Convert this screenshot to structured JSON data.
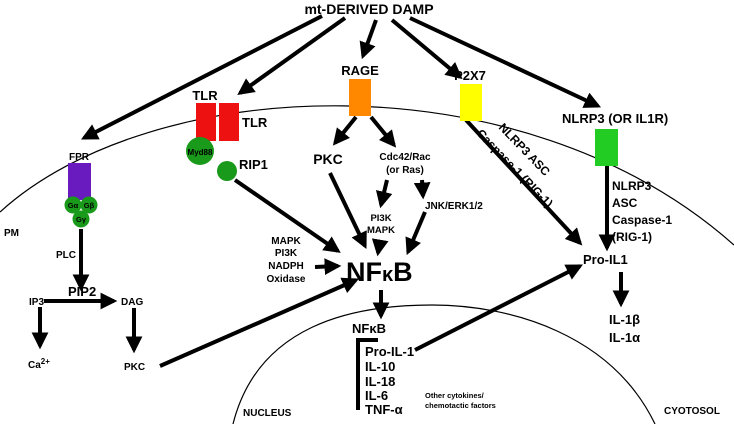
{
  "title": "mt-DERIVED DAMP",
  "receptors": {
    "fpr": "FPR",
    "tlr_left": "TLR",
    "tlr_right": "TLR",
    "rage": "RAGE",
    "p2x7": "P2X7",
    "nlrp3": "NLRP3 (OR IL1R)"
  },
  "adaptors": {
    "myd88": "Myd88",
    "rip1": "RIP1",
    "galpha": "Gα",
    "gbeta": "Gβ",
    "ggamma": "Gγ"
  },
  "labels": {
    "pm": "PM",
    "plc": "PLC",
    "pip2": "PIP2",
    "ip3": "IP3",
    "dag": "DAG",
    "ca_base": "Ca",
    "ca_sup": "2+",
    "pkc_bottom": "PKC",
    "pkc_top": "PKC",
    "cdc42_line1": "Cdc42/Rac",
    "cdc42_line2": "(or Ras)",
    "pi3k_mapk_line1": "PI3K",
    "pi3k_mapk_line2": "MAPK",
    "jnk": "JNK/ERK1/2",
    "mapk_list": [
      "MAPK",
      "PI3K",
      "NADPH",
      "Oxidase"
    ],
    "nfkb_main_nf": "NF",
    "nfkb_main_kappa": "κ",
    "nfkb_main_b": "B",
    "nfkb_nucleus": "NFκB",
    "diag_nlrp3_asc": "NLRP3 ASC",
    "diag_caspase": "Caspase-1 (RIG-1)",
    "inflammasome_list": [
      "NLRP3",
      "ASC",
      "Caspase-1",
      "(RIG-1)"
    ],
    "pro_il1": "Pro-IL1",
    "il1b": "IL-1β",
    "il1a": "IL-1α",
    "nucleus": "NUCLEUS",
    "cytosol": "CYOTOSOL",
    "cytokines": [
      "Pro-IL-1",
      "IL-10",
      "IL-18",
      "IL-6",
      "TNF-α"
    ],
    "other_cytokines_line1": "Other cytokines/",
    "other_cytokines_line2": "chemotactic factors"
  },
  "colors": {
    "fpr": "#6a1bbf",
    "g_protein": "#1a9a1a",
    "tlr": "#ee1111",
    "myd88": "#1a9a1a",
    "rage": "#ff8800",
    "p2x7": "#ffff00",
    "nlrp3": "#22cc22",
    "nfkb": "#1f4fcf"
  }
}
